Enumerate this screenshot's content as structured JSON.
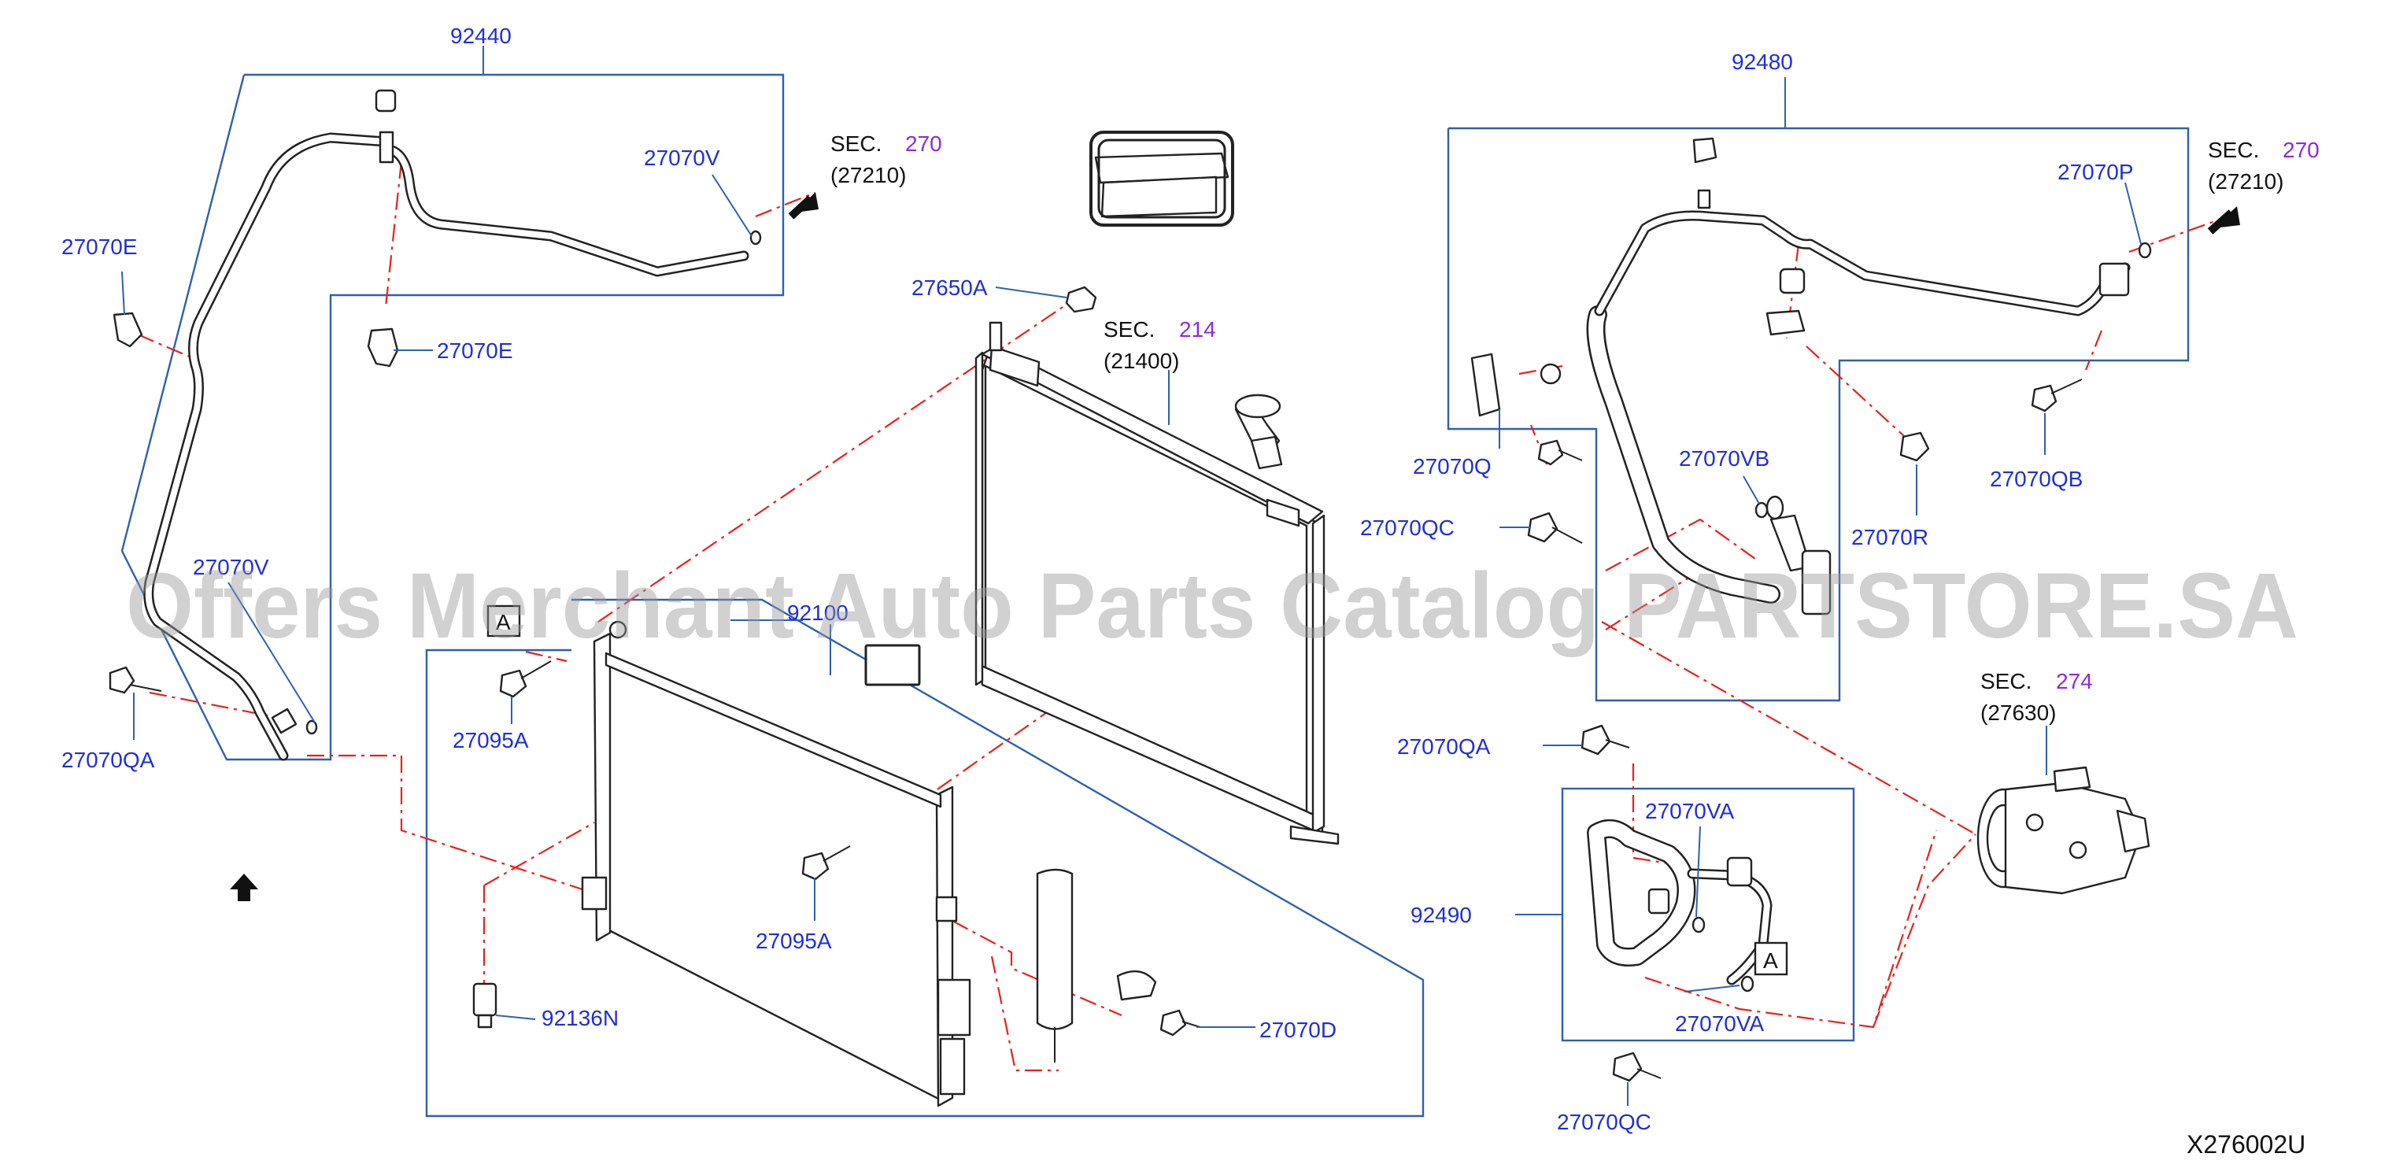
{
  "labels": {
    "l_92440": "92440",
    "l_27070v_top": "27070V",
    "l_27070e_left": "27070E",
    "l_27070e_mid": "27070E",
    "l_27070v_left": "27070V",
    "l_27070qa_left": "27070QA",
    "l_27650a": "27650A",
    "l_27095a_top": "27095A",
    "l_27095a_mid": "27095A",
    "l_92100": "92100",
    "l_92136n": "92136N",
    "l_27070d": "27070D",
    "l_92480": "92480",
    "l_27070p": "27070P",
    "l_27070q": "27070Q",
    "l_27070qc_top": "27070QC",
    "l_27070vb": "27070VB",
    "l_27070r": "27070R",
    "l_27070qb": "27070QB",
    "l_27070qa_right": "27070QA",
    "l_27070va_top": "27070VA",
    "l_92490": "92490",
    "l_27070va_bot": "27070VA",
    "l_27070qc_bot": "27070QC"
  },
  "section_refs": {
    "sec270_left": {
      "prefix": "SEC.",
      "number": "270",
      "part": "(27210)"
    },
    "sec214": {
      "prefix": "SEC.",
      "number": "214",
      "part": "(21400)"
    },
    "sec270_right": {
      "prefix": "SEC.",
      "number": "270",
      "part": "(27210)"
    },
    "sec274": {
      "prefix": "SEC.",
      "number": "274",
      "part": "(27630)"
    }
  },
  "view_markers": {
    "marker_a_left": "A",
    "marker_a_right": "A"
  },
  "diagram_code": "X276002U",
  "watermark": "Offers Merchant Auto Parts Catalog PARTSTORE.SA",
  "colors": {
    "part_number": "#1f2fd6",
    "section_number": "#8a2be2",
    "leader": "#2f5fb0",
    "dash_line": "#e8201e",
    "outline": "#222222"
  },
  "icons": {
    "front_arrow": "up-arrow-icon",
    "direction_arrow": "arrow-icon"
  }
}
